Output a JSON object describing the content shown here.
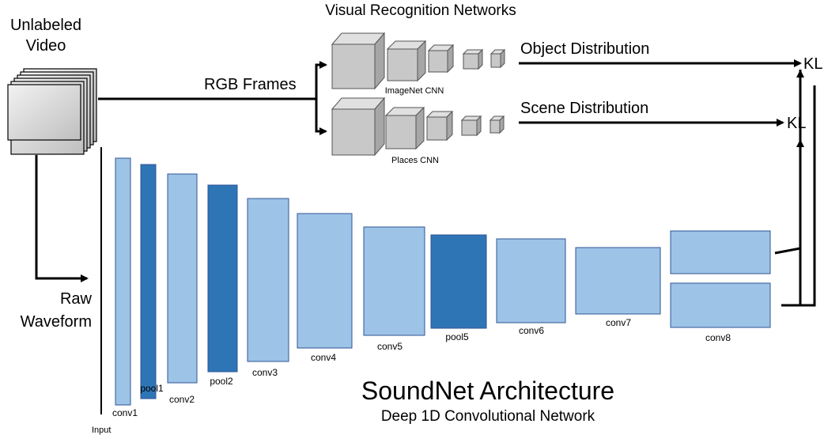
{
  "title": "SoundNet Architecture",
  "subtitle": "Deep 1D Convolutional Network",
  "video_label_line1": "Unlabeled",
  "video_label_line2": "Video",
  "rgb_frames_label": "RGB Frames",
  "vision_header": "Visual Recognition Networks",
  "imagenet_label": "ImageNet CNN",
  "places_label": "Places CNN",
  "object_distribution_label": "Object Distribution",
  "scene_distribution_label": "Scene Distribution",
  "kl_top": "KL",
  "kl_bottom": "KL",
  "waveform_label_line1": "Raw",
  "waveform_label_line2": "Waveform",
  "input_label": "Input",
  "layers": [
    {
      "name": "conv1",
      "kind": "conv"
    },
    {
      "name": "pool1",
      "kind": "pool"
    },
    {
      "name": "conv2",
      "kind": "conv"
    },
    {
      "name": "pool2",
      "kind": "pool"
    },
    {
      "name": "conv3",
      "kind": "conv"
    },
    {
      "name": "conv4",
      "kind": "conv"
    },
    {
      "name": "conv5",
      "kind": "conv"
    },
    {
      "name": "pool5",
      "kind": "pool"
    },
    {
      "name": "conv6",
      "kind": "conv"
    },
    {
      "name": "conv7",
      "kind": "conv"
    },
    {
      "name": "conv8",
      "kind": "conv"
    }
  ],
  "colors": {
    "conv": "#9dc3e6",
    "pool": "#2e75b6",
    "cube": "#c8c8c8"
  }
}
